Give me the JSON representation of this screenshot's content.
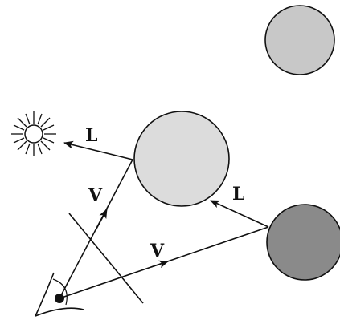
{
  "labels": {
    "light_vector_top": "L",
    "view_vector_upper": "V",
    "light_vector_lower": "L",
    "view_vector_lower": "V"
  },
  "colors": {
    "stroke": "#111111",
    "sphere_top_right_fill": "#c8c8c8",
    "sphere_center_fill": "#dcdcdc",
    "sphere_lower_right_fill": "#8a8a8a",
    "light_fill": "#ffffff",
    "background": "#ffffff"
  },
  "icons": {
    "light_source": "sun-icon",
    "viewer": "eye-icon"
  }
}
